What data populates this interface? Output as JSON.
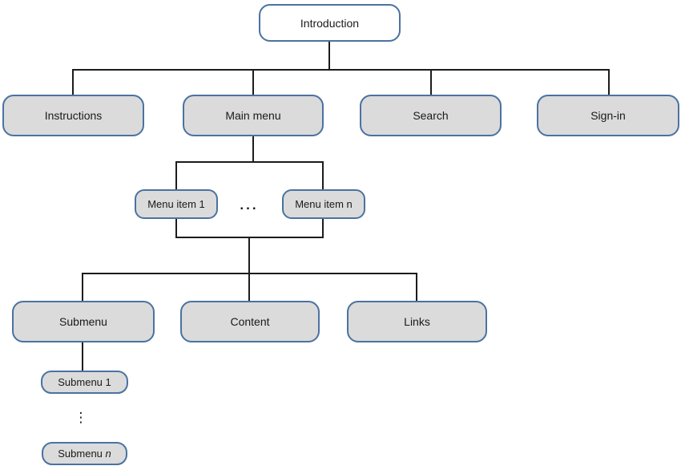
{
  "diagram": {
    "type": "sitemap-flowchart",
    "nodes": {
      "introduction": "Introduction",
      "instructions": "Instructions",
      "main_menu": "Main menu",
      "search": "Search",
      "sign_in": "Sign-in",
      "menu_item_1": "Menu item 1",
      "menu_items_ellipsis": "...",
      "menu_item_n": "Menu item n",
      "submenu": "Submenu",
      "content": "Content",
      "links": "Links",
      "submenu_1": "Submenu 1",
      "submenu_ellipsis": "⋮",
      "submenu_n_prefix": "Submenu ",
      "submenu_n_italic": "n"
    },
    "colors": {
      "node_fill": "#dbdbdb",
      "node_border": "#4b72a1",
      "root_fill": "#ffffff",
      "connector": "#1c1c1c",
      "text": "#1a1a1a",
      "background": "#ffffff"
    }
  }
}
